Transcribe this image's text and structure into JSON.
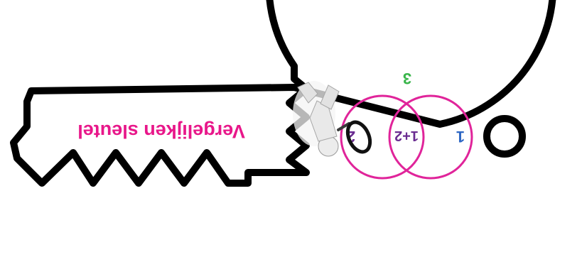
{
  "diagram": {
    "key_title": "Vergelijken sleutel",
    "venn": {
      "left_label": "1",
      "overlap_label": "1+2",
      "right_label": "2",
      "top_label": "3"
    },
    "figure_icon": "magnifying-glass-person-icon"
  },
  "colors": {
    "title": "#e8178a",
    "circles": "#e0249a",
    "label_blue": "#2e67c4",
    "label_purple": "#6a2c91",
    "label_green": "#39b54a",
    "outline": "#000000"
  }
}
